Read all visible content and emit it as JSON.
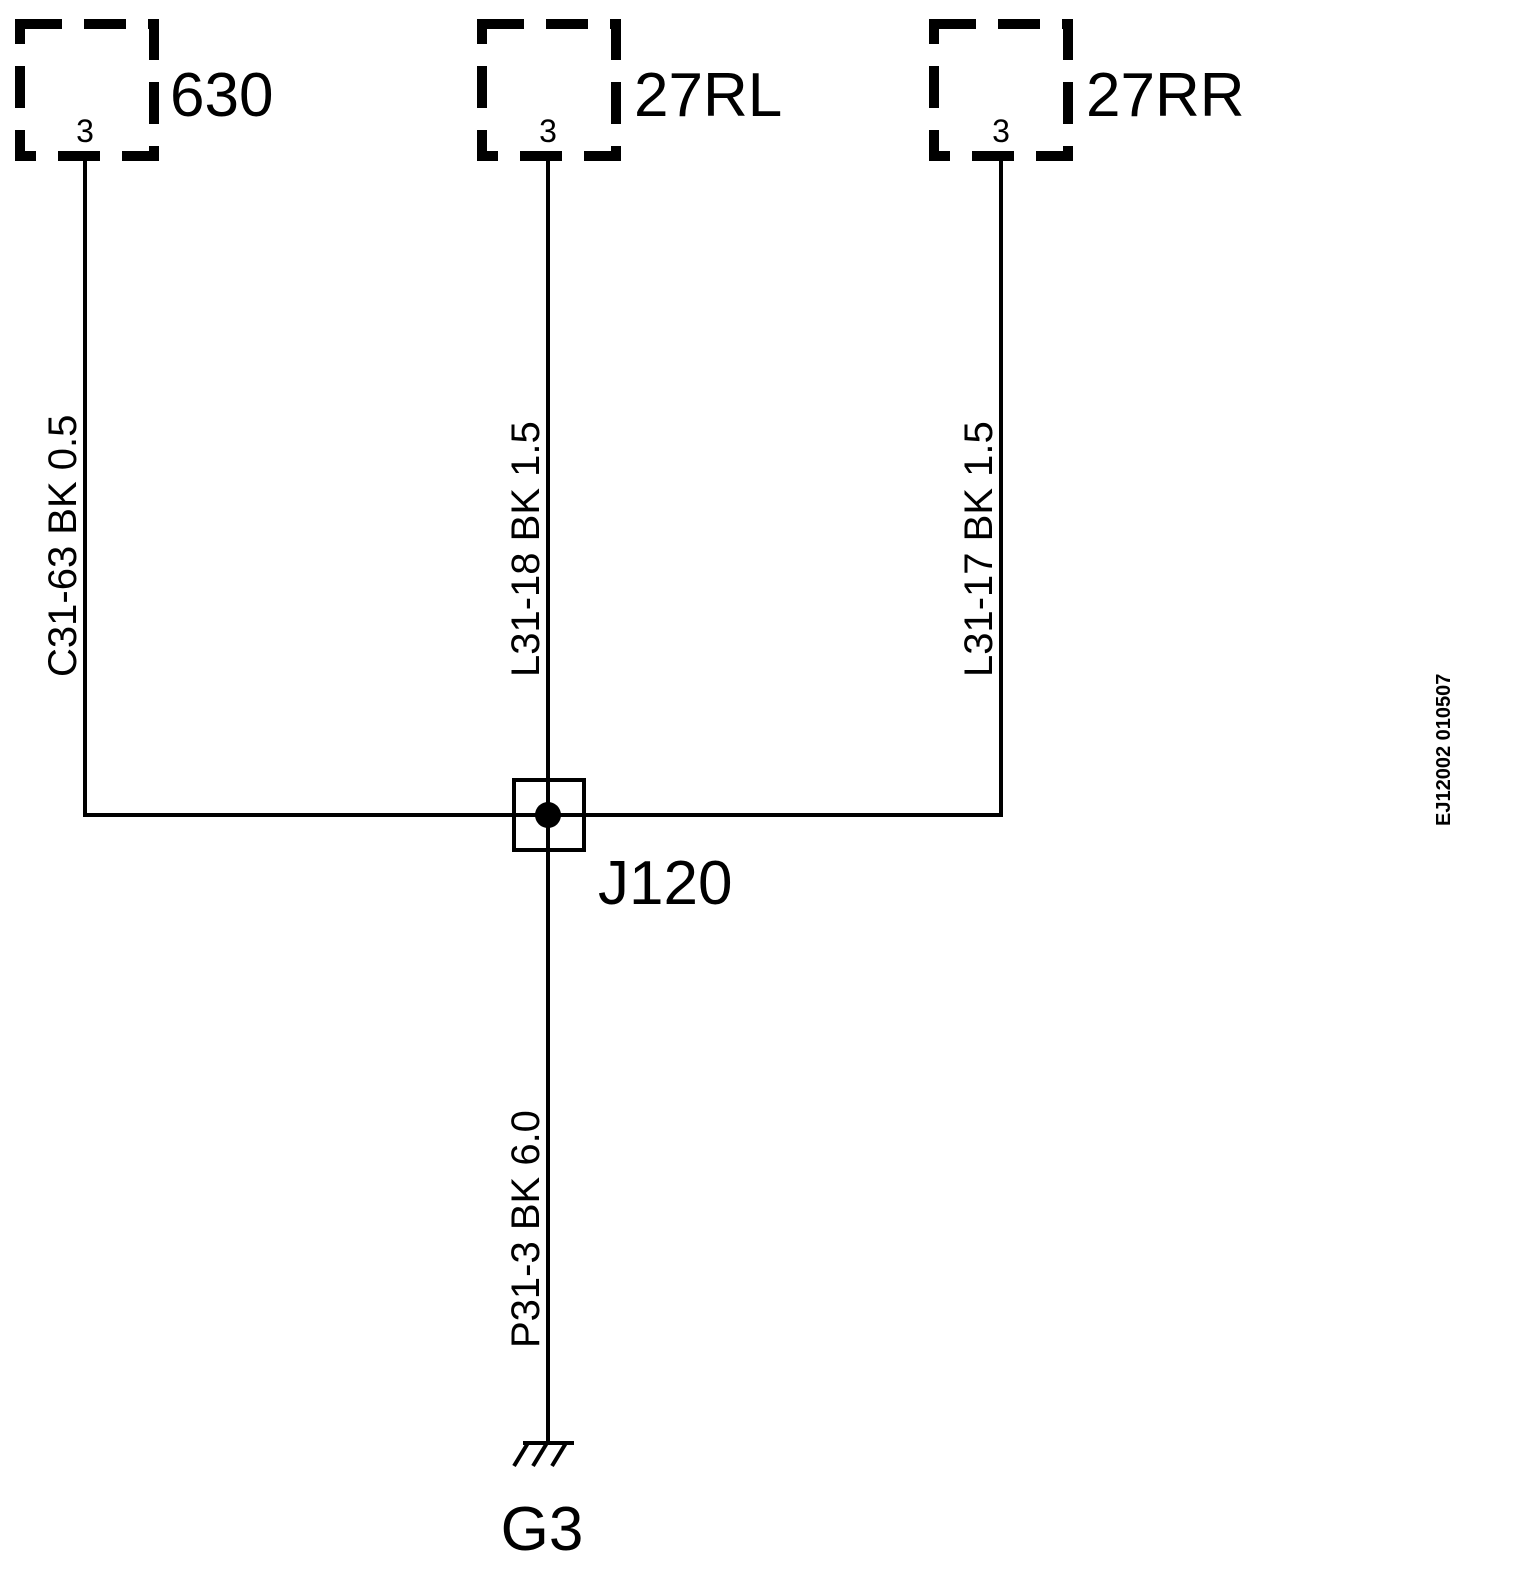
{
  "components": [
    {
      "name": "630",
      "pin": "3"
    },
    {
      "name": "27RL",
      "pin": "3"
    },
    {
      "name": "27RR",
      "pin": "3"
    }
  ],
  "wires": [
    {
      "label": "C31-63  BK  0.5"
    },
    {
      "label": "L31-18  BK  1.5"
    },
    {
      "label": "L31-17  BK  1.5"
    },
    {
      "label": "P31-3  BK  6.0"
    }
  ],
  "junction": {
    "name": "J120"
  },
  "ground": {
    "name": "G3"
  },
  "doc_code": "EJ12002  010507",
  "colors": {
    "line": "#000000",
    "background": "#ffffff"
  }
}
